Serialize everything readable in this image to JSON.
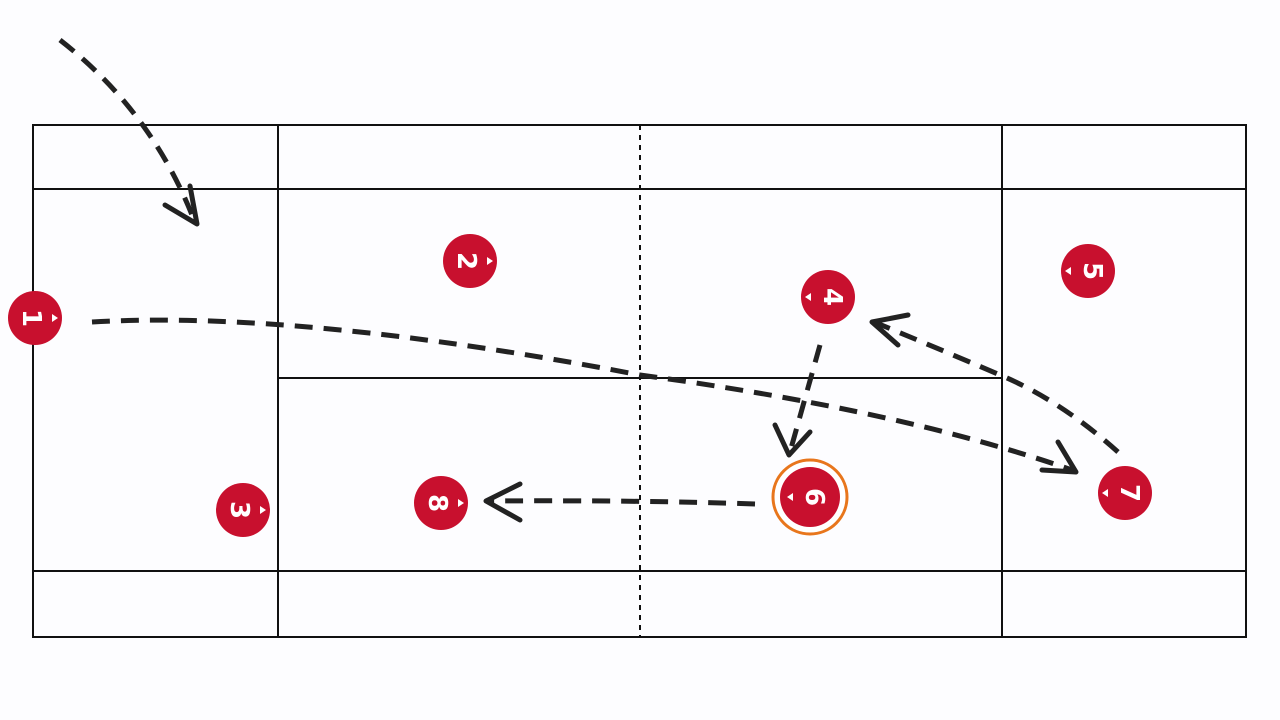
{
  "diagram": {
    "players": [
      {
        "number": "1"
      },
      {
        "number": "2"
      },
      {
        "number": "3"
      },
      {
        "number": "4"
      },
      {
        "number": "5"
      },
      {
        "number": "6",
        "highlighted": true
      },
      {
        "number": "7"
      },
      {
        "number": "8"
      }
    ],
    "colors": {
      "player": "#c8102e",
      "highlight": "#e8761c",
      "lines": "#111111"
    }
  }
}
